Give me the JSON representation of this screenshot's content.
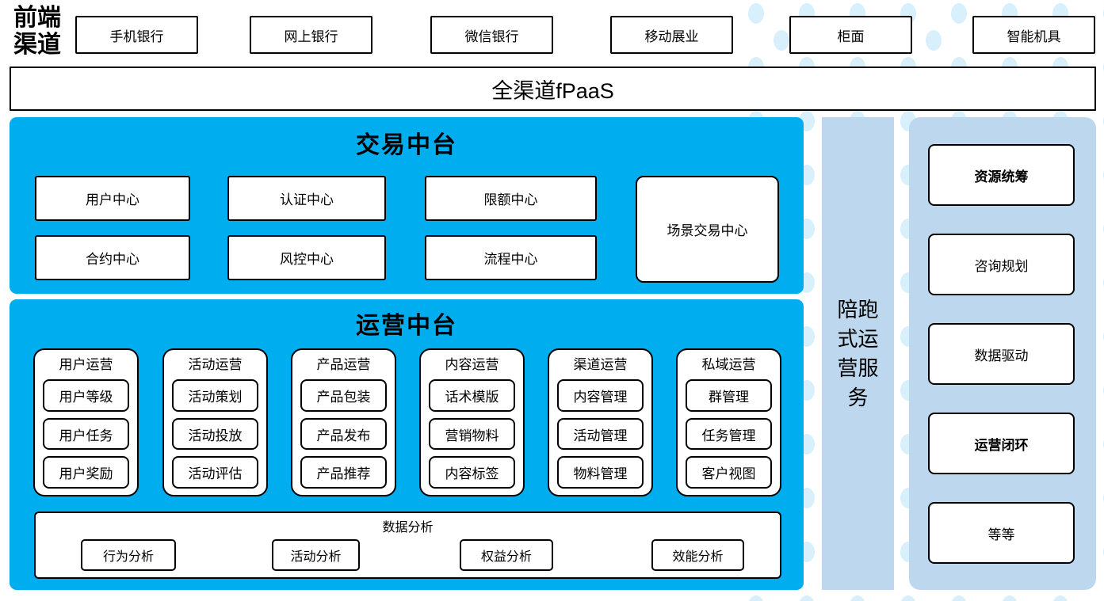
{
  "colors": {
    "bright_blue": "#00AEEF",
    "light_blue": "#BDD7EE",
    "dot_color": "#D7F0FB",
    "border": "#000000"
  },
  "front_channels": {
    "label": "前端渠道",
    "items": [
      "手机银行",
      "网上银行",
      "微信银行",
      "移动展业",
      "柜面",
      "智能机具"
    ]
  },
  "fpaas": {
    "label": "全渠道fPaaS"
  },
  "trading_platform": {
    "title": "交易中台",
    "row1": [
      "用户中心",
      "认证中心",
      "限额中心"
    ],
    "row2": [
      "合约中心",
      "风控中心",
      "流程中心"
    ],
    "tall_box": "场景交易中心"
  },
  "operation_platform": {
    "title": "运营中台",
    "columns": [
      {
        "title": "用户运营",
        "items": [
          "用户等级",
          "用户任务",
          "用户奖励"
        ]
      },
      {
        "title": "活动运营",
        "items": [
          "活动策划",
          "活动投放",
          "活动评估"
        ]
      },
      {
        "title": "产品运营",
        "items": [
          "产品包装",
          "产品发布",
          "产品推荐"
        ]
      },
      {
        "title": "内容运营",
        "items": [
          "话术模版",
          "营销物料",
          "内容标签"
        ]
      },
      {
        "title": "渠道运营",
        "items": [
          "内容管理",
          "活动管理",
          "物料管理"
        ]
      },
      {
        "title": "私域运营",
        "items": [
          "群管理",
          "任务管理",
          "客户视图"
        ]
      }
    ],
    "analysis": {
      "title": "数据分析",
      "items": [
        "行为分析",
        "活动分析",
        "权益分析",
        "效能分析"
      ]
    }
  },
  "side_service": {
    "label": "陪跑式运营服务"
  },
  "right_panel": {
    "items": [
      "资源统筹",
      "咨询规划",
      "数据驱动",
      "运营闭环",
      "等等"
    ]
  }
}
